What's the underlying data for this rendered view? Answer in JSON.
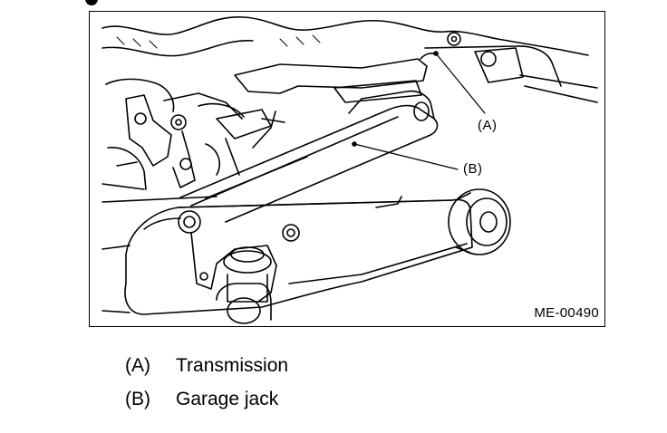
{
  "figure": {
    "code": "ME-00490",
    "callouts": [
      {
        "key": "(A)"
      },
      {
        "key": "(B)"
      }
    ]
  },
  "legend": [
    {
      "key": "(A)",
      "label": "Transmission"
    },
    {
      "key": "(B)",
      "label": "Garage jack"
    }
  ]
}
